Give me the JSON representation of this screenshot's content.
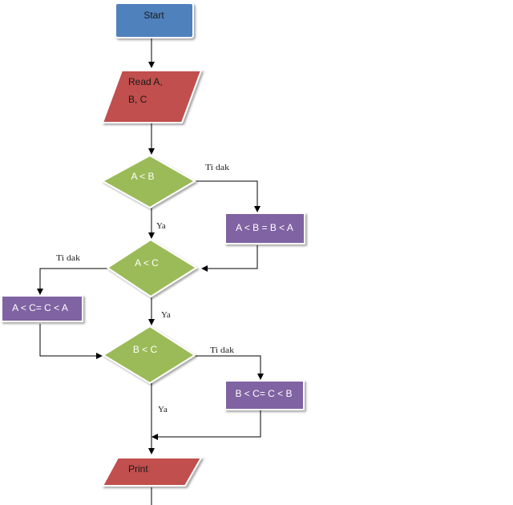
{
  "colors": {
    "terminal_fill": "#4f81bd",
    "io_fill": "#c0504d",
    "decision_fill": "#9bbb59",
    "process_fill": "#8064a2",
    "text_on_dark": "#ffffff",
    "text_on_light": "#1a1a1a",
    "arrow": "#000000"
  },
  "nodes": {
    "start": {
      "label": "Start"
    },
    "read": {
      "line1": "Read  A,",
      "line2": "B, C"
    },
    "decision_ab": {
      "label": "A < B"
    },
    "swap_ab": {
      "label": "A < B = B < A"
    },
    "decision_ac": {
      "label": "A < C"
    },
    "swap_ac": {
      "label": "A < C= C < A"
    },
    "decision_bc": {
      "label": "B < C"
    },
    "swap_bc": {
      "label": "B < C= C < B"
    },
    "print": {
      "label": "Print"
    }
  },
  "edges": {
    "ab_no": "Ti dak",
    "ab_yes": "Ya",
    "ac_no": "Ti dak",
    "ac_yes": "Ya",
    "bc_no": "Ti dak",
    "bc_yes": "Ya"
  }
}
